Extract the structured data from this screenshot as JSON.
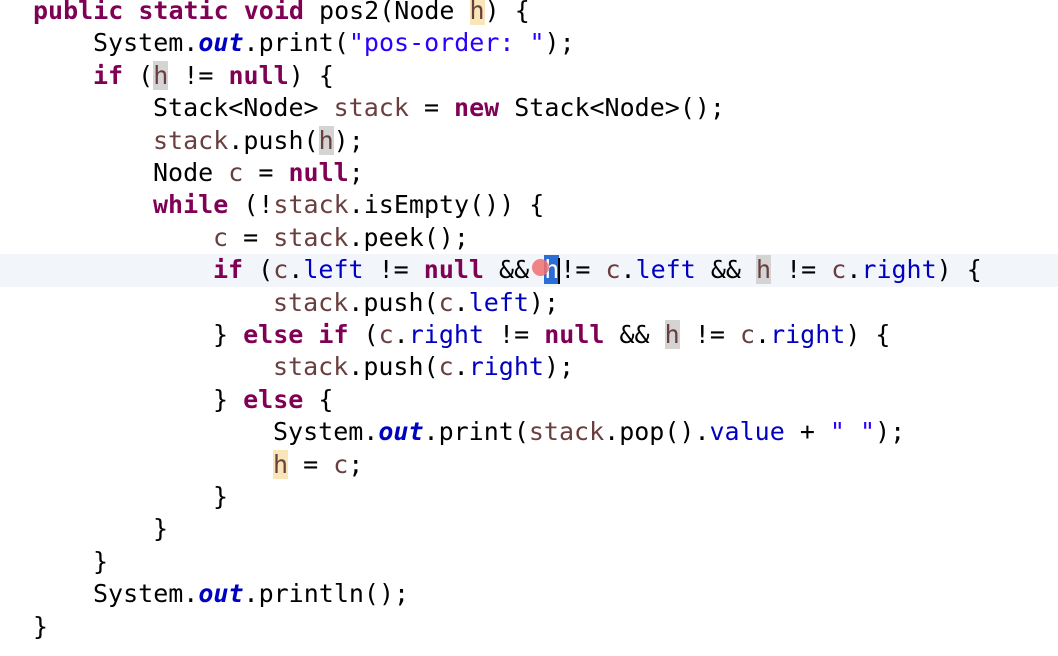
{
  "editor": {
    "lines": [
      {
        "indent": 0,
        "tokens": [
          {
            "t": "public",
            "c": "kw"
          },
          {
            "t": " "
          },
          {
            "t": "static",
            "c": "kw"
          },
          {
            "t": " "
          },
          {
            "t": "void",
            "c": "kw"
          },
          {
            "t": " pos2(Node "
          },
          {
            "t": "h",
            "c": "loc write-occ"
          },
          {
            "t": ") {"
          }
        ]
      },
      {
        "indent": 1,
        "tokens": [
          {
            "t": "System."
          },
          {
            "t": "out",
            "c": "fld-static"
          },
          {
            "t": ".print("
          },
          {
            "t": "\"pos-order: \"",
            "c": "str"
          },
          {
            "t": ");"
          }
        ]
      },
      {
        "indent": 1,
        "tokens": [
          {
            "t": "if",
            "c": "kw"
          },
          {
            "t": " ("
          },
          {
            "t": "h",
            "c": "loc occ"
          },
          {
            "t": " != "
          },
          {
            "t": "null",
            "c": "kw"
          },
          {
            "t": ") {"
          }
        ]
      },
      {
        "indent": 2,
        "tokens": [
          {
            "t": "Stack<Node> "
          },
          {
            "t": "stack",
            "c": "loc"
          },
          {
            "t": " = "
          },
          {
            "t": "new",
            "c": "kw"
          },
          {
            "t": " Stack<Node>();"
          }
        ]
      },
      {
        "indent": 2,
        "tokens": [
          {
            "t": "stack",
            "c": "loc"
          },
          {
            "t": ".push("
          },
          {
            "t": "h",
            "c": "loc occ"
          },
          {
            "t": ");"
          }
        ]
      },
      {
        "indent": 2,
        "tokens": [
          {
            "t": "Node "
          },
          {
            "t": "c",
            "c": "loc"
          },
          {
            "t": " = "
          },
          {
            "t": "null",
            "c": "kw"
          },
          {
            "t": ";"
          }
        ]
      },
      {
        "indent": 2,
        "tokens": [
          {
            "t": "while",
            "c": "kw"
          },
          {
            "t": " (!"
          },
          {
            "t": "stack",
            "c": "loc"
          },
          {
            "t": ".isEmpty()) {"
          }
        ]
      },
      {
        "indent": 3,
        "tokens": [
          {
            "t": "c",
            "c": "loc"
          },
          {
            "t": " = "
          },
          {
            "t": "stack",
            "c": "loc"
          },
          {
            "t": ".peek();"
          }
        ]
      },
      {
        "indent": 3,
        "current": true,
        "tokens": [
          {
            "t": "if",
            "c": "kw"
          },
          {
            "t": " ("
          },
          {
            "t": "c",
            "c": "loc"
          },
          {
            "t": "."
          },
          {
            "t": "left",
            "c": "fld"
          },
          {
            "t": " != "
          },
          {
            "t": "null",
            "c": "kw"
          },
          {
            "t": " && "
          },
          {
            "t": "h",
            "c": "sel"
          },
          {
            "caret": true
          },
          {
            "t": "!= "
          },
          {
            "t": "c",
            "c": "loc"
          },
          {
            "t": "."
          },
          {
            "t": "left",
            "c": "fld"
          },
          {
            "t": " && "
          },
          {
            "t": "h",
            "c": "loc occ"
          },
          {
            "t": " != "
          },
          {
            "t": "c",
            "c": "loc"
          },
          {
            "t": "."
          },
          {
            "t": "right",
            "c": "fld"
          },
          {
            "t": ") {"
          }
        ]
      },
      {
        "indent": 4,
        "tokens": [
          {
            "t": "stack",
            "c": "loc"
          },
          {
            "t": ".push("
          },
          {
            "t": "c",
            "c": "loc"
          },
          {
            "t": "."
          },
          {
            "t": "left",
            "c": "fld"
          },
          {
            "t": ");"
          }
        ]
      },
      {
        "indent": 3,
        "tokens": [
          {
            "t": "} "
          },
          {
            "t": "else",
            "c": "kw"
          },
          {
            "t": " "
          },
          {
            "t": "if",
            "c": "kw"
          },
          {
            "t": " ("
          },
          {
            "t": "c",
            "c": "loc"
          },
          {
            "t": "."
          },
          {
            "t": "right",
            "c": "fld"
          },
          {
            "t": " != "
          },
          {
            "t": "null",
            "c": "kw"
          },
          {
            "t": " && "
          },
          {
            "t": "h",
            "c": "loc occ"
          },
          {
            "t": " != "
          },
          {
            "t": "c",
            "c": "loc"
          },
          {
            "t": "."
          },
          {
            "t": "right",
            "c": "fld"
          },
          {
            "t": ") {"
          }
        ]
      },
      {
        "indent": 4,
        "tokens": [
          {
            "t": "stack",
            "c": "loc"
          },
          {
            "t": ".push("
          },
          {
            "t": "c",
            "c": "loc"
          },
          {
            "t": "."
          },
          {
            "t": "right",
            "c": "fld"
          },
          {
            "t": ");"
          }
        ]
      },
      {
        "indent": 3,
        "tokens": [
          {
            "t": "} "
          },
          {
            "t": "else",
            "c": "kw"
          },
          {
            "t": " {"
          }
        ]
      },
      {
        "indent": 4,
        "tokens": [
          {
            "t": "System."
          },
          {
            "t": "out",
            "c": "fld-static"
          },
          {
            "t": ".print("
          },
          {
            "t": "stack",
            "c": "loc"
          },
          {
            "t": ".pop()."
          },
          {
            "t": "value",
            "c": "fld"
          },
          {
            "t": " + "
          },
          {
            "t": "\" \"",
            "c": "str"
          },
          {
            "t": ");"
          }
        ]
      },
      {
        "indent": 4,
        "tokens": [
          {
            "t": "h",
            "c": "loc write-occ"
          },
          {
            "t": " = "
          },
          {
            "t": "c",
            "c": "loc"
          },
          {
            "t": ";"
          }
        ]
      },
      {
        "indent": 3,
        "tokens": [
          {
            "t": "}"
          }
        ]
      },
      {
        "indent": 2,
        "tokens": [
          {
            "t": "}"
          }
        ]
      },
      {
        "indent": 1,
        "tokens": [
          {
            "t": "}"
          }
        ]
      },
      {
        "indent": 1,
        "tokens": [
          {
            "t": "System."
          },
          {
            "t": "out",
            "c": "fld-static"
          },
          {
            "t": ".println();"
          }
        ]
      },
      {
        "indent": 0,
        "tokens": [
          {
            "t": "}"
          }
        ]
      }
    ]
  }
}
